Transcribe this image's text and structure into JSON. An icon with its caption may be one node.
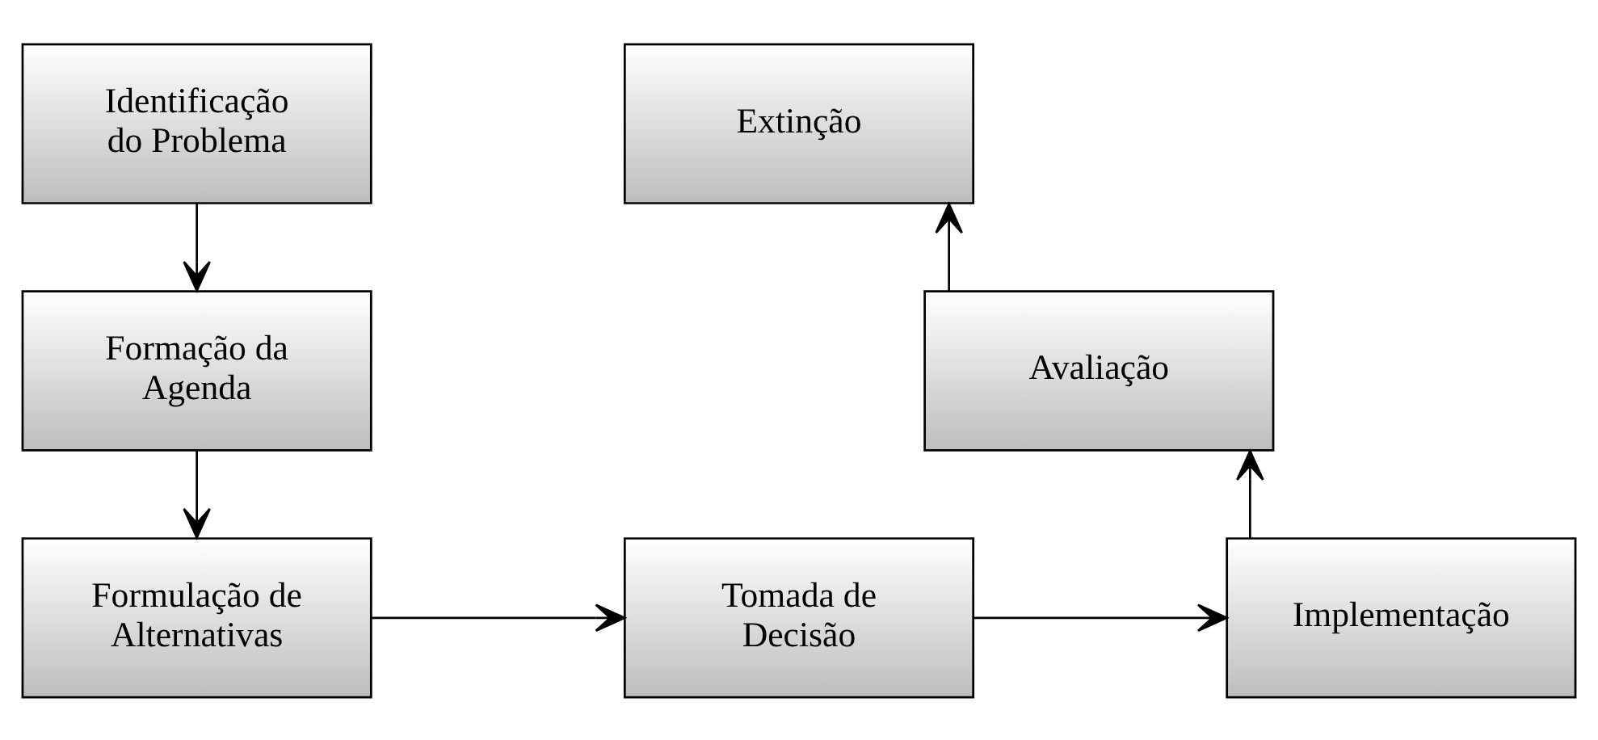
{
  "diagram": {
    "nodes": [
      {
        "text": [
          "Identificação do Problema"
        ]
      },
      {
        "text": [
          "Formação da Agenda"
        ]
      },
      {
        "text": [
          "Formulação de Alternativas"
        ]
      },
      {
        "text": [
          "Tomada de Decisão"
        ]
      },
      {
        "text": [
          "Implementação"
        ]
      },
      {
        "text": [
          "Avaliação"
        ]
      },
      {
        "text": [
          "Extinção"
        ]
      }
    ],
    "edges": [
      {
        "from": 0,
        "to": 1,
        "arrow": "to"
      },
      {
        "from": 1,
        "to": 2,
        "arrow": "to"
      },
      {
        "from": 2,
        "to": 3,
        "arrow": "to"
      },
      {
        "from": 3,
        "to": 4,
        "arrow": "to"
      },
      {
        "from": 4,
        "to": 5,
        "arrow": "to"
      },
      {
        "from": 5,
        "to": 6,
        "arrow": "to"
      }
    ]
  }
}
